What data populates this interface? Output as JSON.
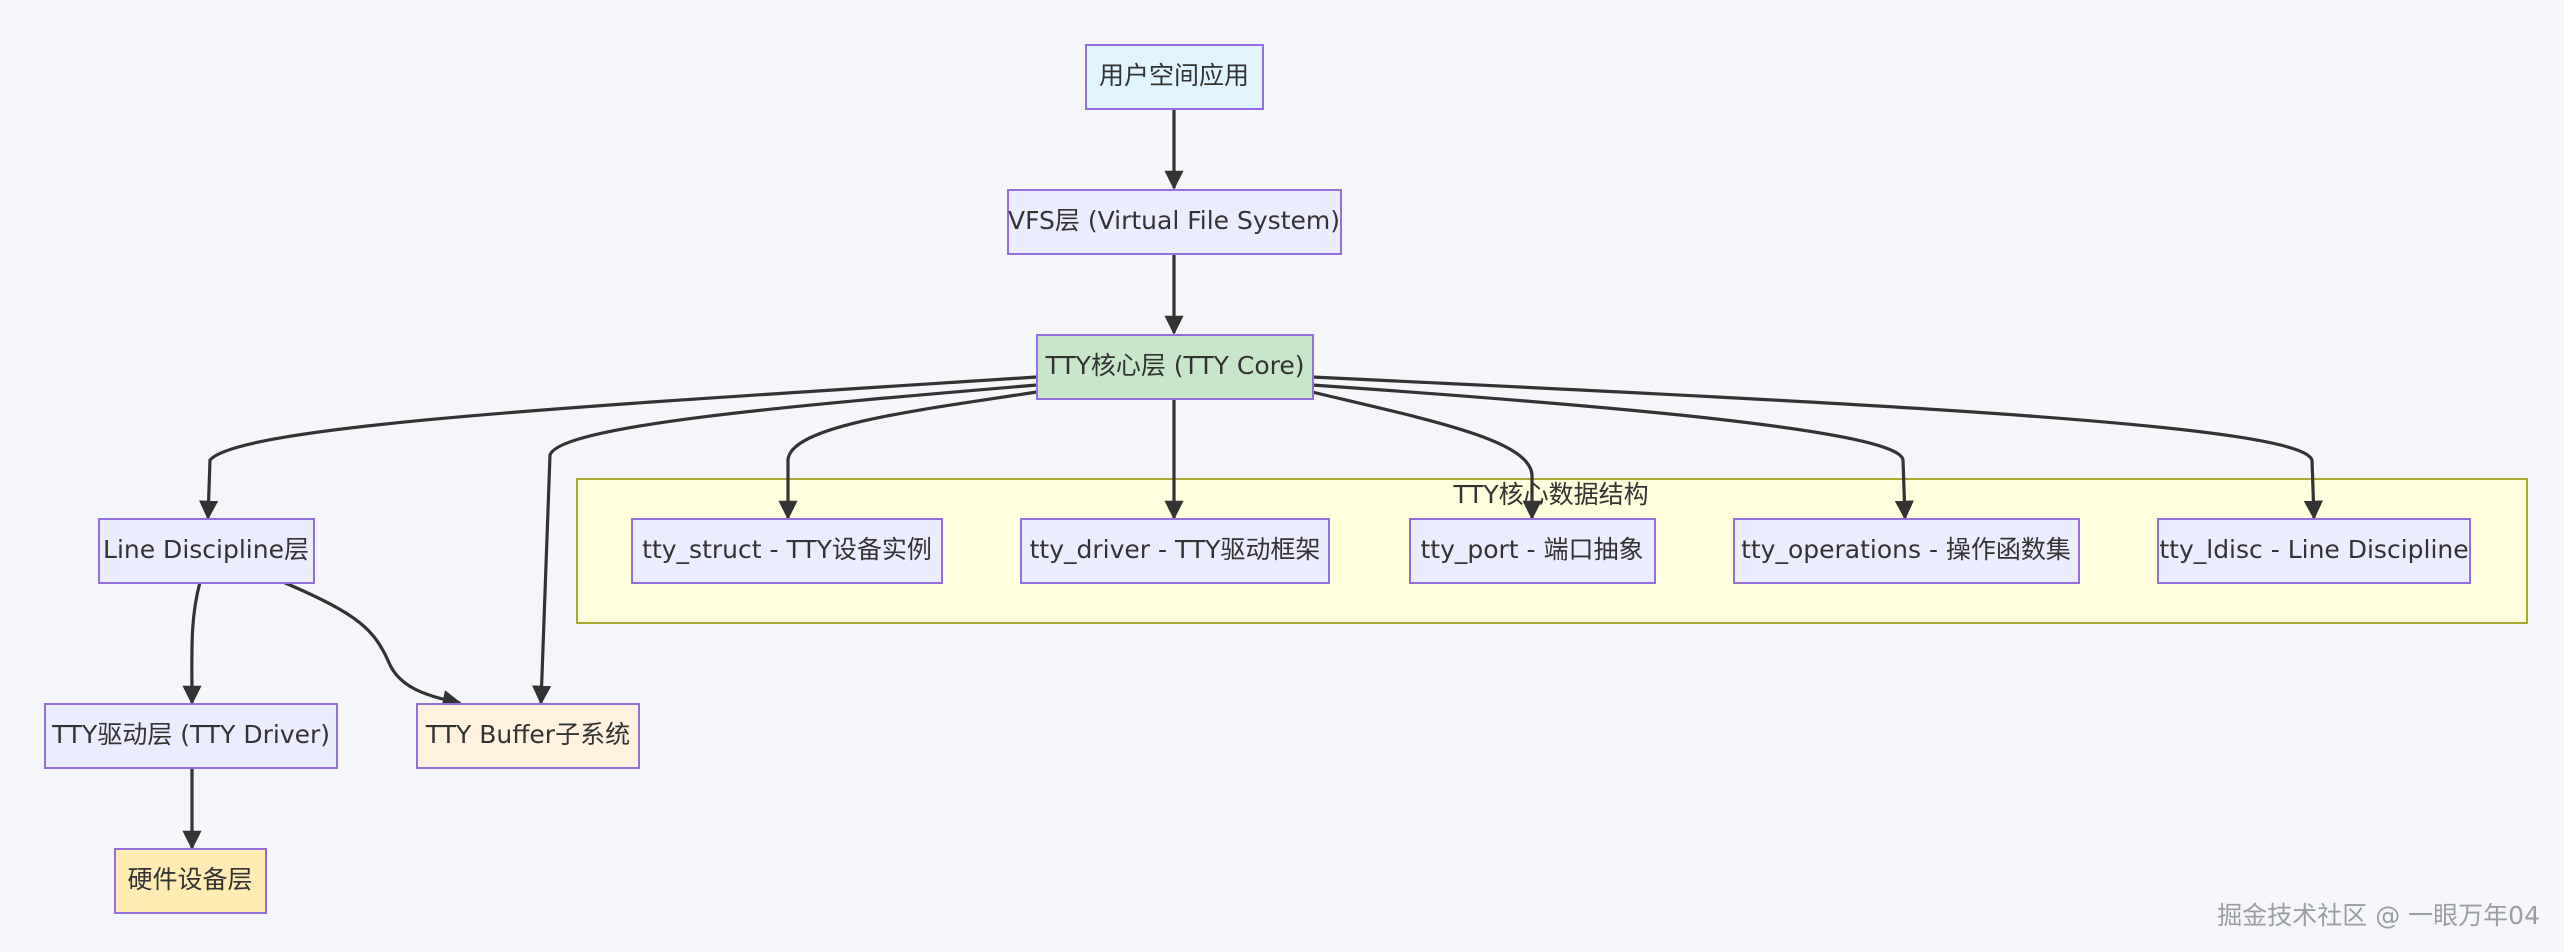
{
  "diagram": {
    "nodes": {
      "user_space": "用户空间应用",
      "vfs": "VFS层 (Virtual File System)",
      "tty_core": "TTY核心层 (TTY Core)",
      "line_discipline": "Line Discipline层",
      "tty_driver": "TTY驱动层 (TTY Driver)",
      "tty_buffer": "TTY Buffer子系统",
      "hardware": "硬件设备层",
      "tty_struct": "tty_struct - TTY设备实例",
      "tty_driver_struct": "tty_driver - TTY驱动框架",
      "tty_port": "tty_port - 端口抽象",
      "tty_operations": "tty_operations - 操作函数集",
      "tty_ldisc": "tty_ldisc - Line Discipline"
    },
    "group_title": "TTY核心数据结构",
    "colors": {
      "default_fill": "#ececff",
      "default_stroke": "#9370db",
      "user_space_fill": "#e1f5fe",
      "tty_core_fill": "#c8e6c9",
      "tty_buffer_fill": "#fff3e0",
      "hardware_fill": "#ffecb3",
      "group_fill": "#ffffde",
      "group_stroke": "#aaaa33",
      "edge": "#333333"
    }
  },
  "watermark": "掘金技术社区 @ 一眼万年04"
}
